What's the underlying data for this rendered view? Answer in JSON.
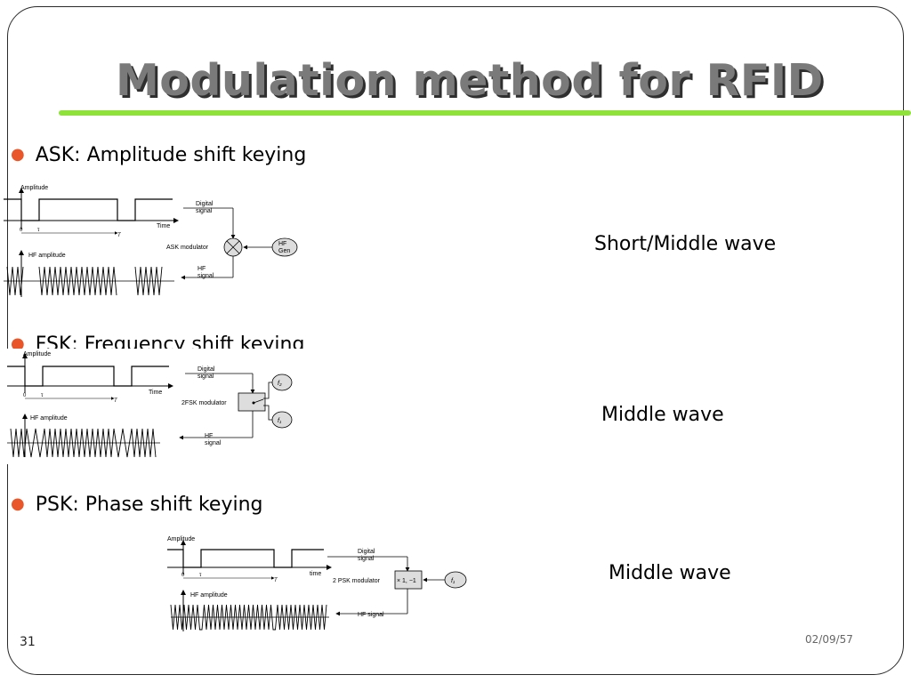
{
  "slide": {
    "title": "Modulation method for RFID",
    "page_number": "31",
    "date": "02/09/57"
  },
  "bullets": {
    "ask": "ASK: Amplitude shift keying",
    "fsk": "FSK: Frequency shift keying",
    "psk": "PSK: Phase shift keying"
  },
  "wave_labels": {
    "ask": "Short/Middle wave",
    "fsk": "Middle wave",
    "psk": "Middle wave"
  },
  "diagrams": {
    "ask": {
      "amplitude": "Amplitude",
      "time": "Time",
      "zero": "0",
      "tau": "τ",
      "period": "T",
      "hf_amplitude": "HF amplitude",
      "digital_signal_1": "Digital",
      "digital_signal_2": "signal",
      "modulator": "ASK modulator",
      "hf_gen_1": "HF",
      "hf_gen_2": "Gen",
      "hf_signal_1": "HF",
      "hf_signal_2": "signal"
    },
    "fsk": {
      "amplitude": "Amplitude",
      "time": "Time",
      "zero": "0",
      "tau": "τ",
      "period": "T",
      "hf_amplitude": "HF amplitude",
      "digital_signal_1": "Digital",
      "digital_signal_2": "signal",
      "modulator": "2FSK modulator",
      "f2": "f₂",
      "f1": "f₁",
      "hf_signal_1": "HF",
      "hf_signal_2": "signal"
    },
    "psk": {
      "amplitude": "Amplitude",
      "time": "time",
      "zero": "0",
      "tau": "τ",
      "period": "T",
      "hf_amplitude": "HF amplitude",
      "digital_signal_1": "Digital",
      "digital_signal_2": "signal",
      "modulator": "2 PSK modulator",
      "multiplier": "× 1, −1",
      "f1": "f₁",
      "hf_signal": "HF signal"
    }
  },
  "colors": {
    "bullet": "#e8562a",
    "accent_line": "#8ee23a",
    "title": "#7a7a7a"
  }
}
